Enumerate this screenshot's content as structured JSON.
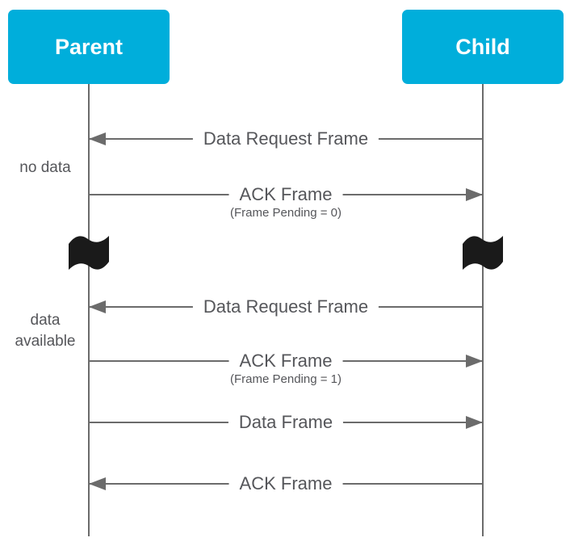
{
  "diagram": {
    "type": "sequence-diagram",
    "colors": {
      "actor_fill": "#00AEDB",
      "actor_text": "#FFFFFF",
      "line": "#6B6B6B",
      "label_text": "#55565A",
      "flag": "#1A1A1A"
    },
    "actors": [
      {
        "id": "parent",
        "label": "Parent"
      },
      {
        "id": "child",
        "label": "Child"
      }
    ],
    "messages": [
      {
        "label": "Data Request Frame",
        "sublabel": "",
        "from": "child",
        "to": "parent",
        "direction": "left"
      },
      {
        "label": "ACK Frame",
        "sublabel": "(Frame Pending = 0)",
        "from": "parent",
        "to": "child",
        "direction": "right"
      },
      {
        "label": "Data Request Frame",
        "sublabel": "",
        "from": "child",
        "to": "parent",
        "direction": "left"
      },
      {
        "label": "ACK Frame",
        "sublabel": "(Frame Pending = 1)",
        "from": "parent",
        "to": "child",
        "direction": "right"
      },
      {
        "label": "Data Frame",
        "sublabel": "",
        "from": "parent",
        "to": "child",
        "direction": "right"
      },
      {
        "label": "ACK Frame",
        "sublabel": "",
        "from": "child",
        "to": "parent",
        "direction": "left"
      }
    ],
    "side_notes": [
      {
        "label": "no data"
      },
      {
        "label": "data available"
      }
    ],
    "break_markers": [
      {
        "on": "parent",
        "icon": "flag"
      },
      {
        "on": "child",
        "icon": "flag"
      }
    ]
  }
}
